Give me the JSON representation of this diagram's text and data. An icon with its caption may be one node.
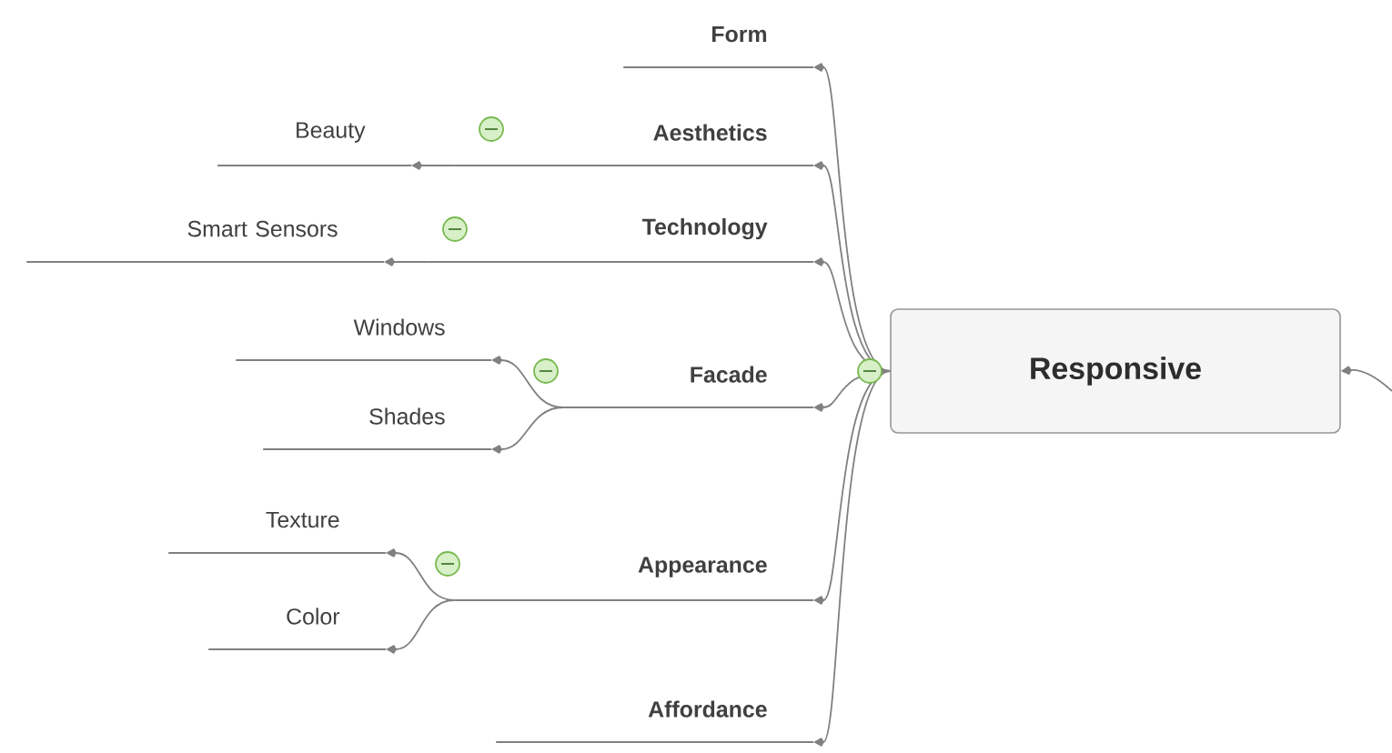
{
  "diagram": {
    "nodes": [
      {
        "text": [
          "Responsive"
        ]
      },
      {
        "text": [
          "Form"
        ]
      },
      {
        "text": [
          "Aesthetics"
        ]
      },
      {
        "text": [
          "Beauty"
        ]
      },
      {
        "text": [
          "Technology"
        ]
      },
      {
        "text": [
          "Smart Sensors"
        ]
      },
      {
        "text": [
          "Facade"
        ]
      },
      {
        "text": [
          "Windows"
        ]
      },
      {
        "text": [
          "Shades"
        ]
      },
      {
        "text": [
          "Appearance"
        ]
      },
      {
        "text": [
          "Texture"
        ]
      },
      {
        "text": [
          "Color"
        ]
      },
      {
        "text": [
          "Affordance"
        ]
      }
    ],
    "edges": [
      {
        "from": 0,
        "to": 1,
        "arrow": "to"
      },
      {
        "from": 0,
        "to": 2,
        "arrow": "to"
      },
      {
        "from": 0,
        "to": 4,
        "arrow": "to"
      },
      {
        "from": 0,
        "to": 6,
        "arrow": "to"
      },
      {
        "from": 0,
        "to": 9,
        "arrow": "to"
      },
      {
        "from": 0,
        "to": 12,
        "arrow": "to"
      },
      {
        "from": 2,
        "to": 3,
        "arrow": "to"
      },
      {
        "from": 4,
        "to": 5,
        "arrow": "to"
      },
      {
        "from": 6,
        "to": 7,
        "arrow": "to"
      },
      {
        "from": 6,
        "to": 8,
        "arrow": "to"
      },
      {
        "from": 9,
        "to": 10,
        "arrow": "to"
      },
      {
        "from": 9,
        "to": 11,
        "arrow": "to"
      },
      {
        "from": null,
        "to": 0,
        "arrow": "to"
      }
    ]
  }
}
